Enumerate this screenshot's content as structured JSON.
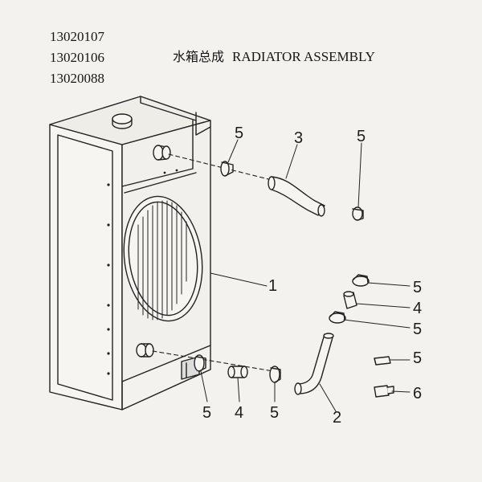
{
  "header": {
    "part_numbers": [
      "13020107",
      "13020106",
      "13020088"
    ],
    "title_zh": "水箱总成",
    "title_en": "RADIATOR ASSEMBLY"
  },
  "callouts": [
    {
      "id": "c5a",
      "label": "5"
    },
    {
      "id": "c3",
      "label": "3"
    },
    {
      "id": "c5b",
      "label": "5"
    },
    {
      "id": "c1",
      "label": "1"
    },
    {
      "id": "c5c",
      "label": "5"
    },
    {
      "id": "c4a",
      "label": "4"
    },
    {
      "id": "c5d",
      "label": "5"
    },
    {
      "id": "c5e",
      "label": "5"
    },
    {
      "id": "c6",
      "label": "6"
    },
    {
      "id": "c2",
      "label": "2"
    },
    {
      "id": "c5f",
      "label": "5"
    },
    {
      "id": "c4b",
      "label": "4"
    },
    {
      "id": "c5g",
      "label": "5"
    }
  ],
  "colors": {
    "ink": "#1c1c1c",
    "paper": "#f3f2ee"
  }
}
